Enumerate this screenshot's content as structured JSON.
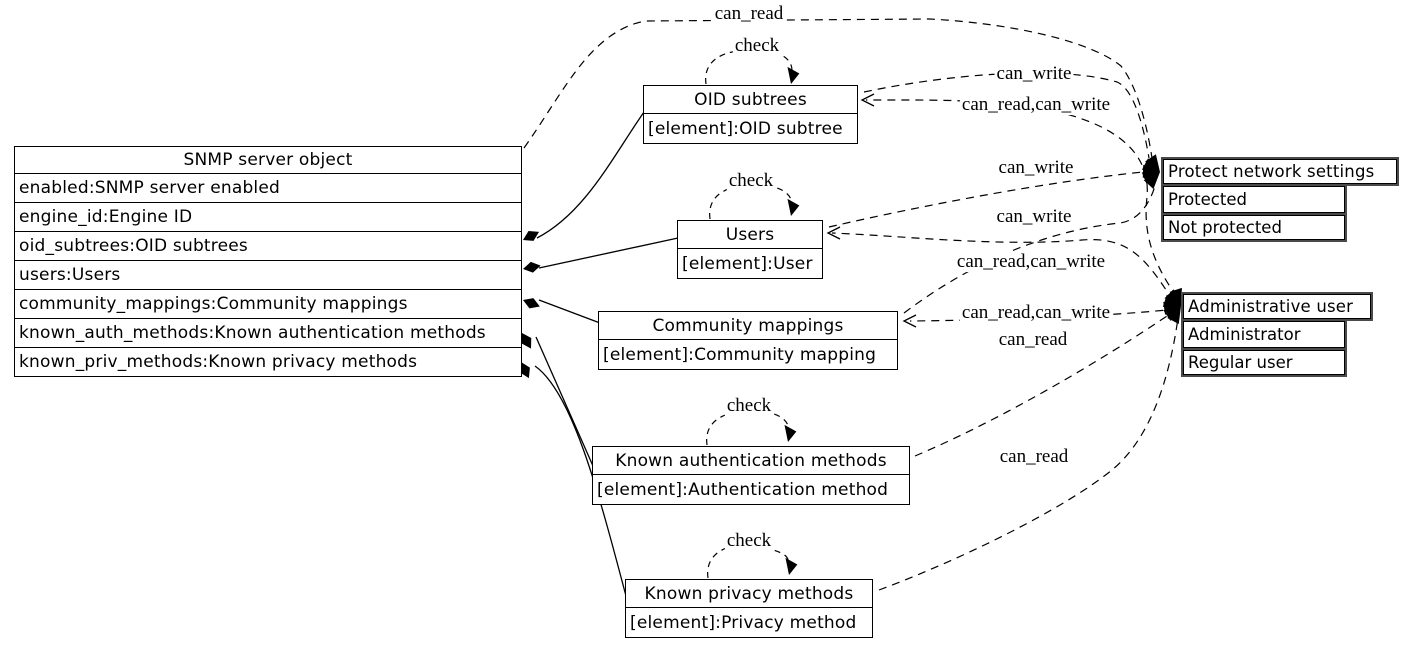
{
  "diagram_type": "uml-object-acl-graph",
  "colors": {
    "line": "#000000",
    "node_border": "#000000",
    "enum_border": "#4a4a4a",
    "background": "#ffffff"
  },
  "nodes": {
    "snmp_server": {
      "title": "SNMP server object",
      "rows": [
        "enabled:SNMP server enabled",
        "engine_id:Engine ID",
        "oid_subtrees:OID subtrees",
        "users:Users",
        "community_mappings:Community mappings",
        "known_auth_methods:Known authentication methods",
        "known_priv_methods:Known privacy methods"
      ]
    },
    "oid_subtrees": {
      "title": "OID subtrees",
      "rows": [
        "[element]:OID subtree"
      ]
    },
    "users": {
      "title": "Users",
      "rows": [
        "[element]:User"
      ]
    },
    "community_mappings": {
      "title": "Community mappings",
      "rows": [
        "[element]:Community mapping"
      ]
    },
    "known_auth_methods": {
      "title": "Known authentication methods",
      "rows": [
        "[element]:Authentication method"
      ]
    },
    "known_priv_methods": {
      "title": "Known privacy methods",
      "rows": [
        "[element]:Privacy method"
      ]
    },
    "protect_network_settings": {
      "title": "Protect network settings",
      "rows": [
        "Protected",
        "Not protected"
      ]
    },
    "administrative_user": {
      "title": "Administrative user",
      "rows": [
        "Administrator",
        "Regular user"
      ]
    }
  },
  "edges": [
    {
      "label": "can_read",
      "from": "SNMP server object",
      "to": "Protect network settings",
      "style": "dashed"
    },
    {
      "label": "check",
      "from": "OID subtrees",
      "to": "OID subtrees",
      "style": "dashed-selfloop"
    },
    {
      "label": "can_write",
      "from": "OID subtrees",
      "to": "Protect network settings",
      "style": "dashed"
    },
    {
      "label": "can_read,can_write",
      "from": "Administrative user",
      "to": "OID subtrees",
      "style": "dashed"
    },
    {
      "label": "can_write",
      "from": "Users",
      "to": "Protect network settings",
      "style": "dashed"
    },
    {
      "label": "check",
      "from": "Users",
      "to": "Users",
      "style": "dashed-selfloop"
    },
    {
      "label": "can_write",
      "from": "Community mappings",
      "to": "Protect network settings",
      "style": "dashed"
    },
    {
      "label": "can_read,can_write",
      "from": "Administrative user",
      "to": "Users",
      "style": "dashed"
    },
    {
      "label": "can_read,can_write",
      "from": "Administrative user",
      "to": "Community mappings",
      "style": "dashed"
    },
    {
      "label": "can_read",
      "from": "Known authentication methods",
      "to": "Administrative user",
      "style": "dashed"
    },
    {
      "label": "check",
      "from": "Known authentication methods",
      "to": "Known authentication methods",
      "style": "dashed-selfloop"
    },
    {
      "label": "can_read",
      "from": "Known privacy methods",
      "to": "Administrative user",
      "style": "dashed"
    },
    {
      "label": "check",
      "from": "Known privacy methods",
      "to": "Known privacy methods",
      "style": "dashed-selfloop"
    }
  ],
  "compositions": [
    "oid_subtrees",
    "users",
    "community_mappings",
    "known_auth_methods",
    "known_priv_methods"
  ]
}
